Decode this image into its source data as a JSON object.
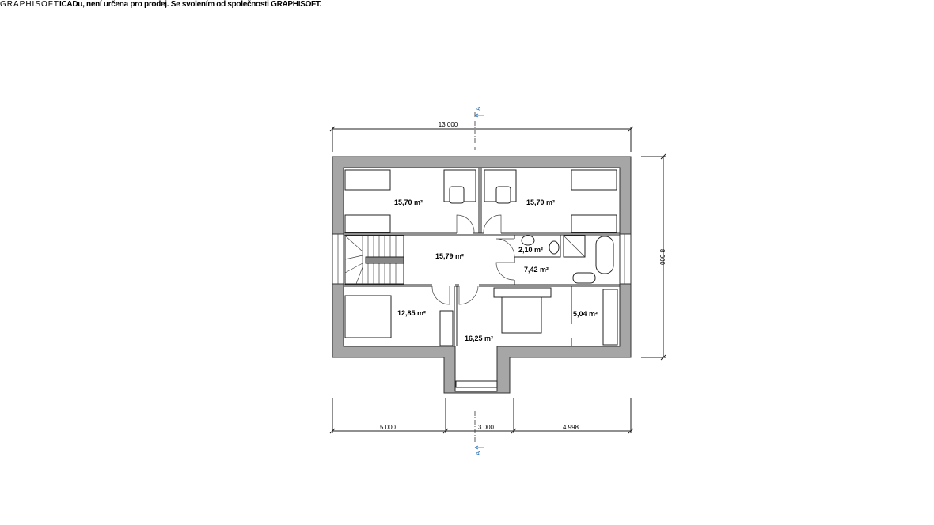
{
  "header": {
    "logo": "GRAPHISOFT",
    "notice": "ICADu, není určena pro prodej. Se svolením od společnosti GRAPHISOFT."
  },
  "dimensions": {
    "total_width": "13 000",
    "total_depth": "8 600",
    "segments": [
      "5 000",
      "3 000",
      "4 998"
    ]
  },
  "section_marker": "A",
  "rooms": [
    {
      "name": "bedroom-top-left",
      "area": "15,70 m²"
    },
    {
      "name": "bedroom-top-right",
      "area": "15,70 m²"
    },
    {
      "name": "hall",
      "area": "15,79 m²"
    },
    {
      "name": "wc",
      "area": "2,10 m²"
    },
    {
      "name": "bathroom",
      "area": "7,42 m²"
    },
    {
      "name": "bedroom-bottom-left",
      "area": "12,85 m²"
    },
    {
      "name": "master-bedroom",
      "area": "16,25 m²"
    },
    {
      "name": "wardrobe",
      "area": "5,04 m²"
    }
  ],
  "colors": {
    "wall": "#a6a6a6",
    "section": "#2a6fb0"
  }
}
